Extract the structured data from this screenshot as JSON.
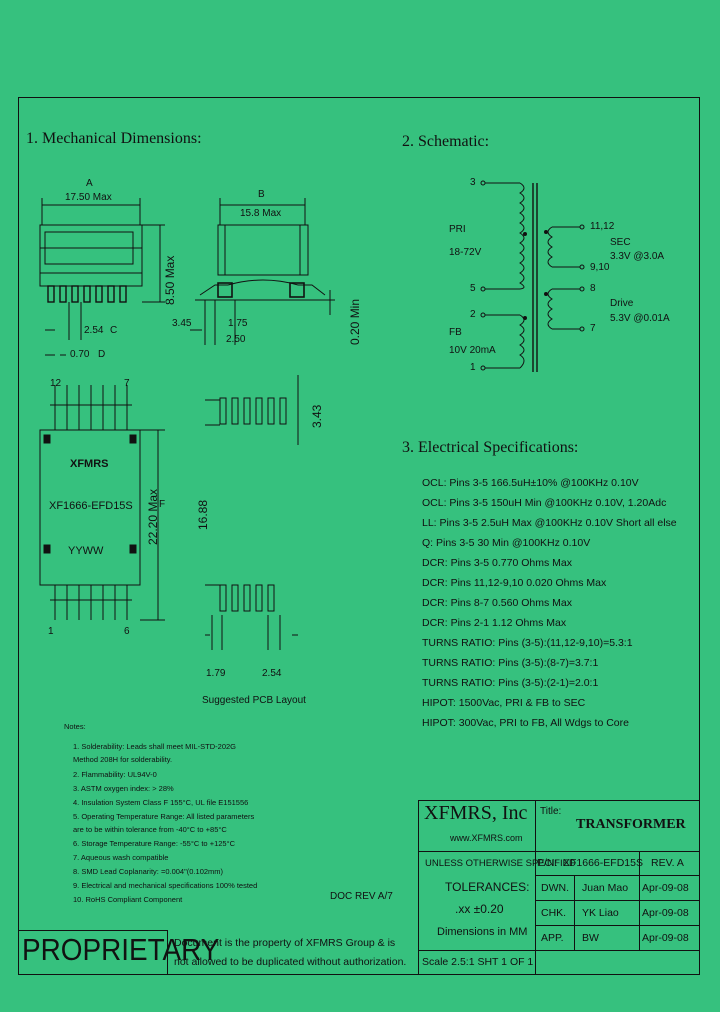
{
  "sections": {
    "mechanical": "1. Mechanical Dimensions:",
    "schematic": "2. Schematic:",
    "electrical": "3. Electrical Specifications:"
  },
  "mech": {
    "a_label": "A",
    "a_dim": "17.50 Max",
    "b_label": "B",
    "b_dim": "15.8 Max",
    "height_dim": "8.50 Max",
    "c_dim": "2.54",
    "c_label": "C",
    "d_dim": "0.70",
    "d_label": "D",
    "pad_345": "3.45",
    "pad_175": "1.75",
    "pad_250": "2.50",
    "min_dim": "0.20 Min",
    "pin12": "12",
    "pin7": "7",
    "pin1": "1",
    "pin6": "6",
    "brand": "XFMRS",
    "part": "XF1666-EFD15S",
    "date_code": "YYWW",
    "top_dim": "22.20 Max",
    "top_f": "F",
    "pcb_343": "3.43",
    "pcb_1688": "16.88",
    "pcb_179": "1.79",
    "pcb_254": "2.54",
    "pcb_caption": "Suggested PCB Layout"
  },
  "schem": {
    "pin3": "3",
    "pin5": "5",
    "pin2": "2",
    "pin1": "1",
    "pri": "PRI",
    "pri_v": "18-72V",
    "fb": "FB",
    "fb_v": "10V 20mA",
    "pin1112": "11,12",
    "sec": "SEC",
    "sec_v": "3.3V @3.0A",
    "pin910": "9,10",
    "pin8": "8",
    "drive": "Drive",
    "drive_v": "5.3V @0.01A",
    "pin7": "7"
  },
  "specs": [
    "OCL: Pins 3-5 166.5uH±10% @100KHz 0.10V",
    "OCL: Pins 3-5 150uH Min @100KHz 0.10V, 1.20Adc",
    "LL: Pins 3-5 2.5uH Max @100KHz 0.10V Short all else",
    "Q: Pins 3-5 30 Min @100KHz 0.10V",
    "DCR: Pins 3-5 0.770 Ohms Max",
    "DCR: Pins 11,12-9,10 0.020 Ohms Max",
    "DCR: Pins 8-7 0.560 Ohms Max",
    "DCR: Pins 2-1 1.12 Ohms Max",
    "TURNS RATIO: Pins (3-5):(11,12-9,10)=5.3:1",
    "TURNS RATIO: Pins (3-5):(8-7)=3.7:1",
    "TURNS RATIO: Pins (3-5):(2-1)=2.0:1",
    "HIPOT: 1500Vac, PRI & FB to SEC",
    "HIPOT: 300Vac, PRI to FB, All Wdgs to Core"
  ],
  "notes_title": "Notes:",
  "notes": [
    "1. Solderability: Leads shall meet MIL-STD-202G",
    "   Method 208H for solderability.",
    "2. Flammability: UL94V-0",
    "3. ASTM oxygen index: > 28%",
    "4. Insulation System Class F 155°C, UL file E151556",
    "5. Operating Temperature Range: All listed parameters",
    "   are to be within tolerance from -40°C to +85°C",
    "6. Storage Temperature Range: -55°C to +125°C",
    "7. Aqueous wash compatible",
    "8. SMD Lead Coplanarity: =0.004\"(0.102mm)",
    "9. Electrical and mechanical specifications 100% tested",
    "10. RoHS Compliant Component"
  ],
  "doc_rev": "DOC REV A/7",
  "title_block": {
    "company": "XFMRS, Inc",
    "website": "www.XFMRS.com",
    "title_label": "Title:",
    "title": "TRANSFORMER",
    "unless": "UNLESS OTHERWISE SPECIFIED",
    "tolerances": "TOLERANCES:",
    "tol_value": ".xx ±0.20",
    "dimensions": "Dimensions in MM",
    "pn_label": "P/N:",
    "pn": "XF1666-EFD15S",
    "rev": "REV. A",
    "dwn": "DWN.",
    "dwn_name": "Juan Mao",
    "dwn_date": "Apr-09-08",
    "chk": "CHK.",
    "chk_name": "YK Liao",
    "chk_date": "Apr-09-08",
    "app": "APP.",
    "app_name": "BW",
    "app_date": "Apr-09-08",
    "scale": "Scale 2.5:1 SHT 1 OF 1"
  },
  "proprietary": {
    "label": "PROPRIETARY",
    "line1": "Document is the property of XFMRS Group & is",
    "line2": "not allowed to be duplicated without authorization."
  }
}
